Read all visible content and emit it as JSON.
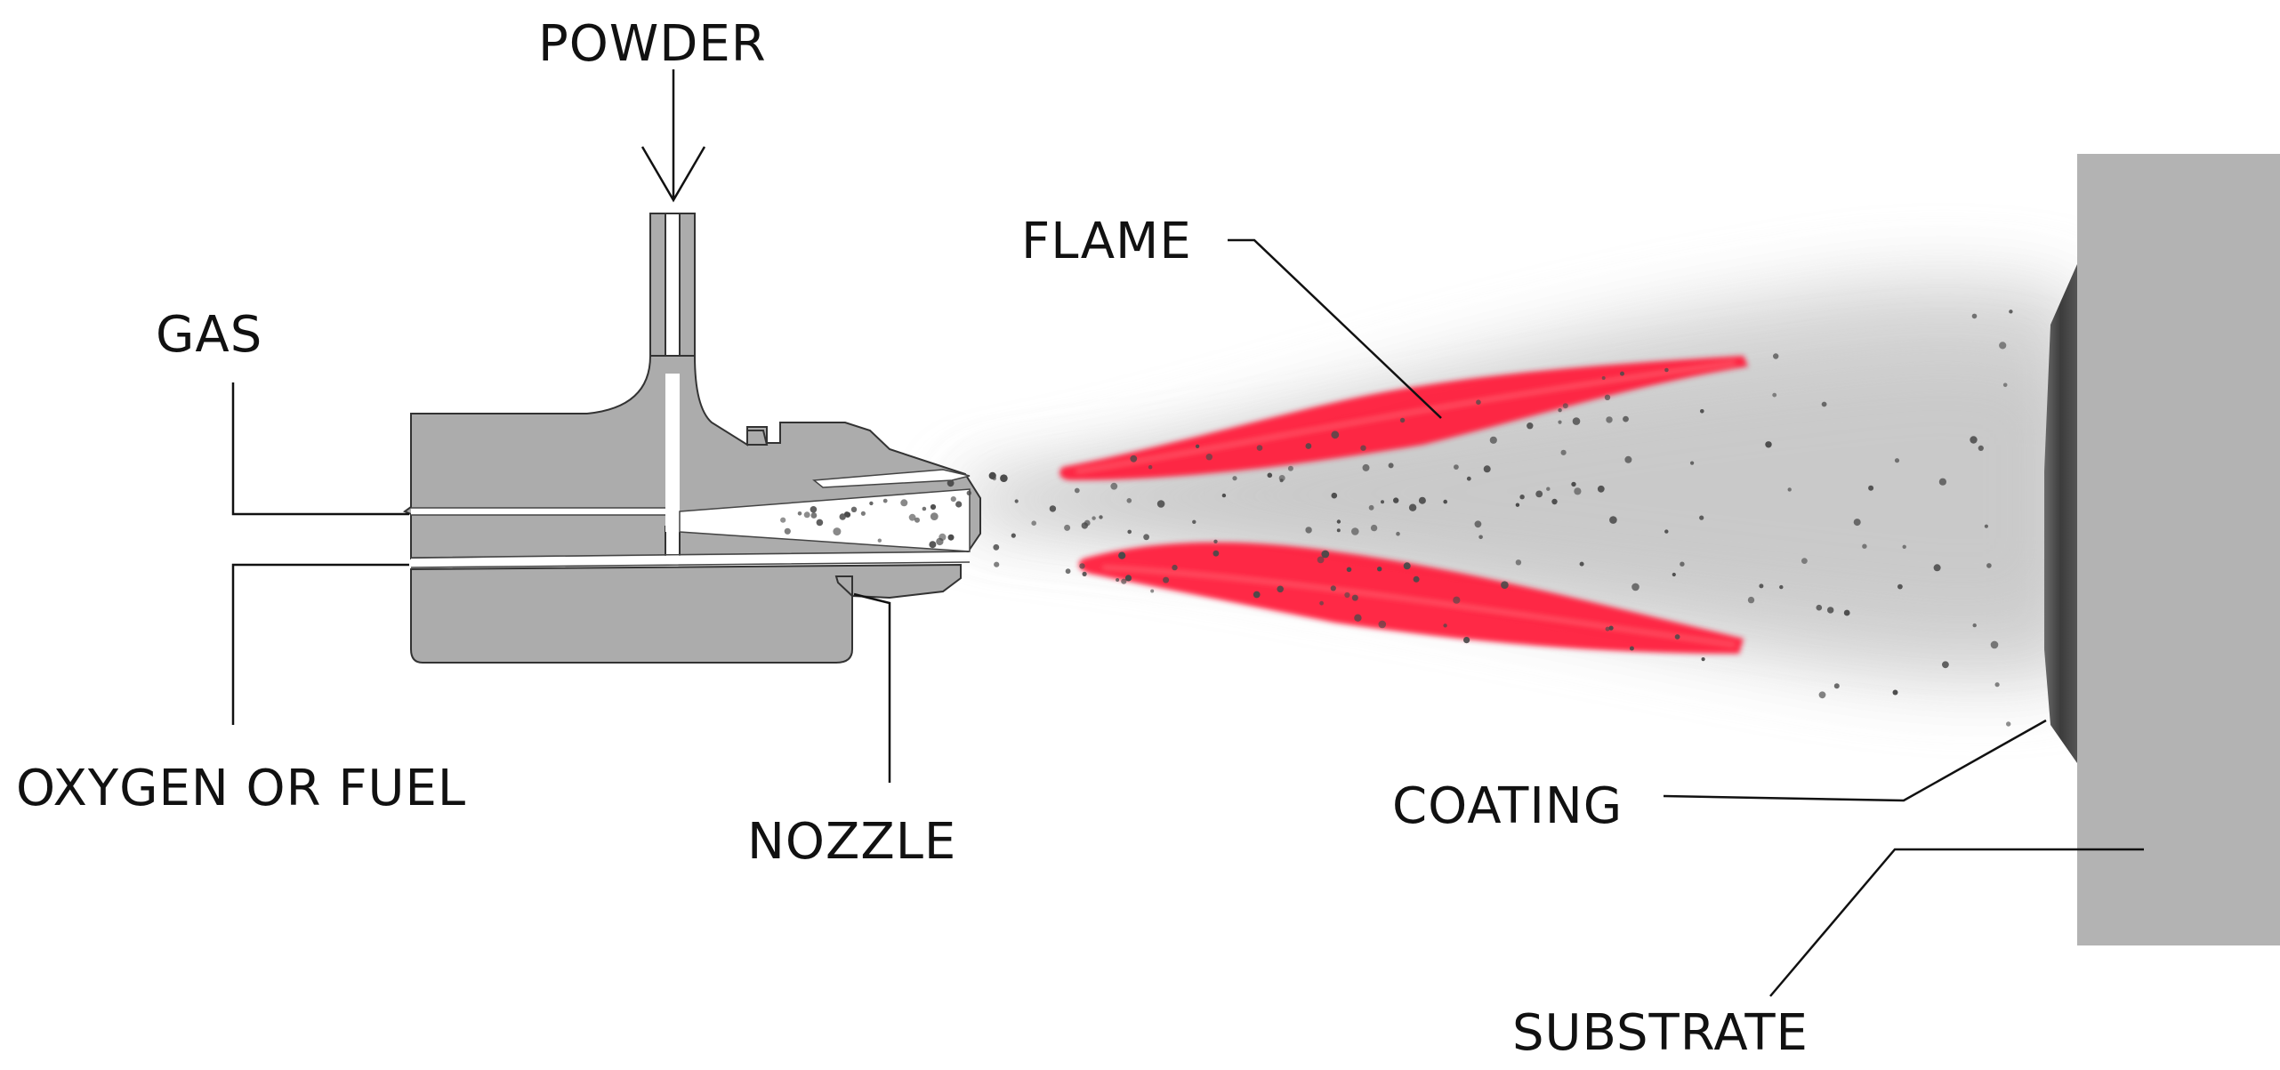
{
  "labels": {
    "powder": "POWDER",
    "gas": "GAS",
    "oxygen_fuel": "OXYGEN OR FUEL",
    "nozzle": "NOZZLE",
    "flame": "FLAME",
    "coating": "COATING",
    "substrate": "SUBSTRATE"
  },
  "colors": {
    "gun_body": "#acacac",
    "flame": "#ff1f3c",
    "spray_cloud": "#d2d2d2",
    "particles": "#4a4a4a",
    "substrate": "#b3b3b3",
    "coating": "#3e3e3e",
    "text": "#111111"
  }
}
